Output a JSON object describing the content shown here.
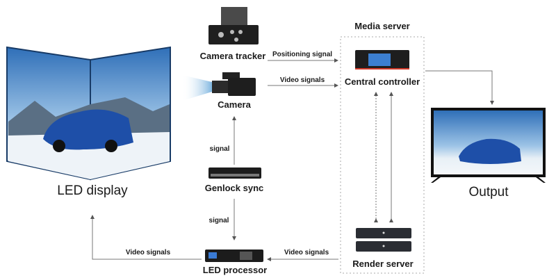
{
  "nodes": {
    "led_display": "LED display",
    "camera_tracker": "Camera tracker",
    "camera": "Camera",
    "genlock_sync": "Genlock sync",
    "led_processor": "LED processor",
    "media_server": "Media server",
    "central_controller": "Central controller",
    "render_server": "Render server",
    "output": "Output"
  },
  "edges": {
    "tracker_to_controller": "Positioning signal",
    "camera_to_controller": "Video signals",
    "genlock_to_camera": "signal",
    "genlock_to_processor": "signal",
    "render_to_processor": "Video signals",
    "processor_to_display": "Video signals"
  },
  "colors": {
    "line": "#777777",
    "sky": "#3f7fc4",
    "car": "#1e4fa8",
    "device": "#222222",
    "accent": "#d23a2a"
  }
}
